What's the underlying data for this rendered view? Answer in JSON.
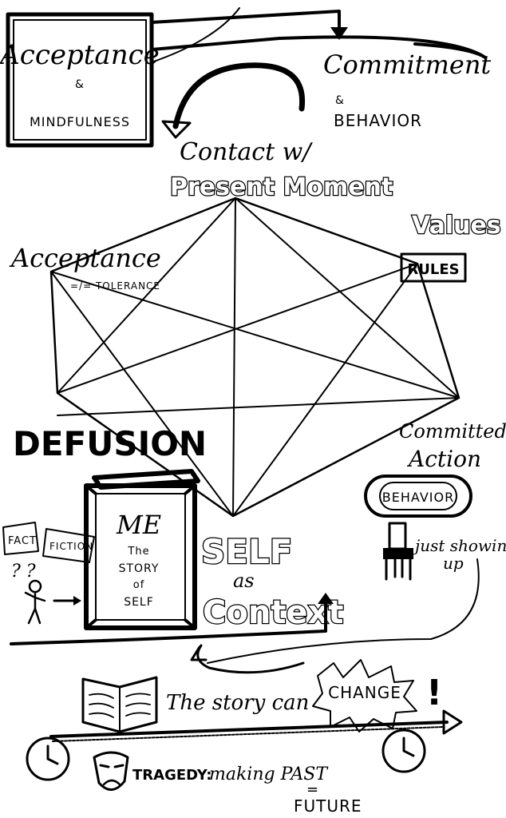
{
  "top": {
    "box_title": "Acceptance",
    "box_amp": "&",
    "box_sub": "MINDFULNESS",
    "commit_title": "Commitment",
    "commit_amp": "&",
    "commit_sub": "BEHAVIOR"
  },
  "hexaflex": {
    "present_line1": "Contact w/",
    "present_line2": "Present Moment",
    "acceptance": "Acceptance",
    "acceptance_note": "=/= TOLERANCE",
    "values": "Values",
    "rules": "RULES",
    "defusion": "DEFUSION",
    "committed_line1": "Committed",
    "committed_line2": "Action",
    "behavior": "BEHAVIOR",
    "just_showing_line1": "just showing",
    "just_showing_line2": "up",
    "self_line1": "SELF",
    "self_line2": "as",
    "self_line3": "Context"
  },
  "story_book": {
    "me": "ME",
    "the": "The",
    "story": "STORY",
    "of": "of",
    "self": "SELF",
    "fact": "FACT",
    "fiction": "FICTION",
    "question_marks": "? ?"
  },
  "bottom": {
    "story_can": "The story can",
    "change": "CHANGE",
    "exclaim": "!",
    "tragedy": "TRAGEDY:",
    "making_past": "making PAST",
    "equals": "=",
    "future": "FUTURE"
  }
}
